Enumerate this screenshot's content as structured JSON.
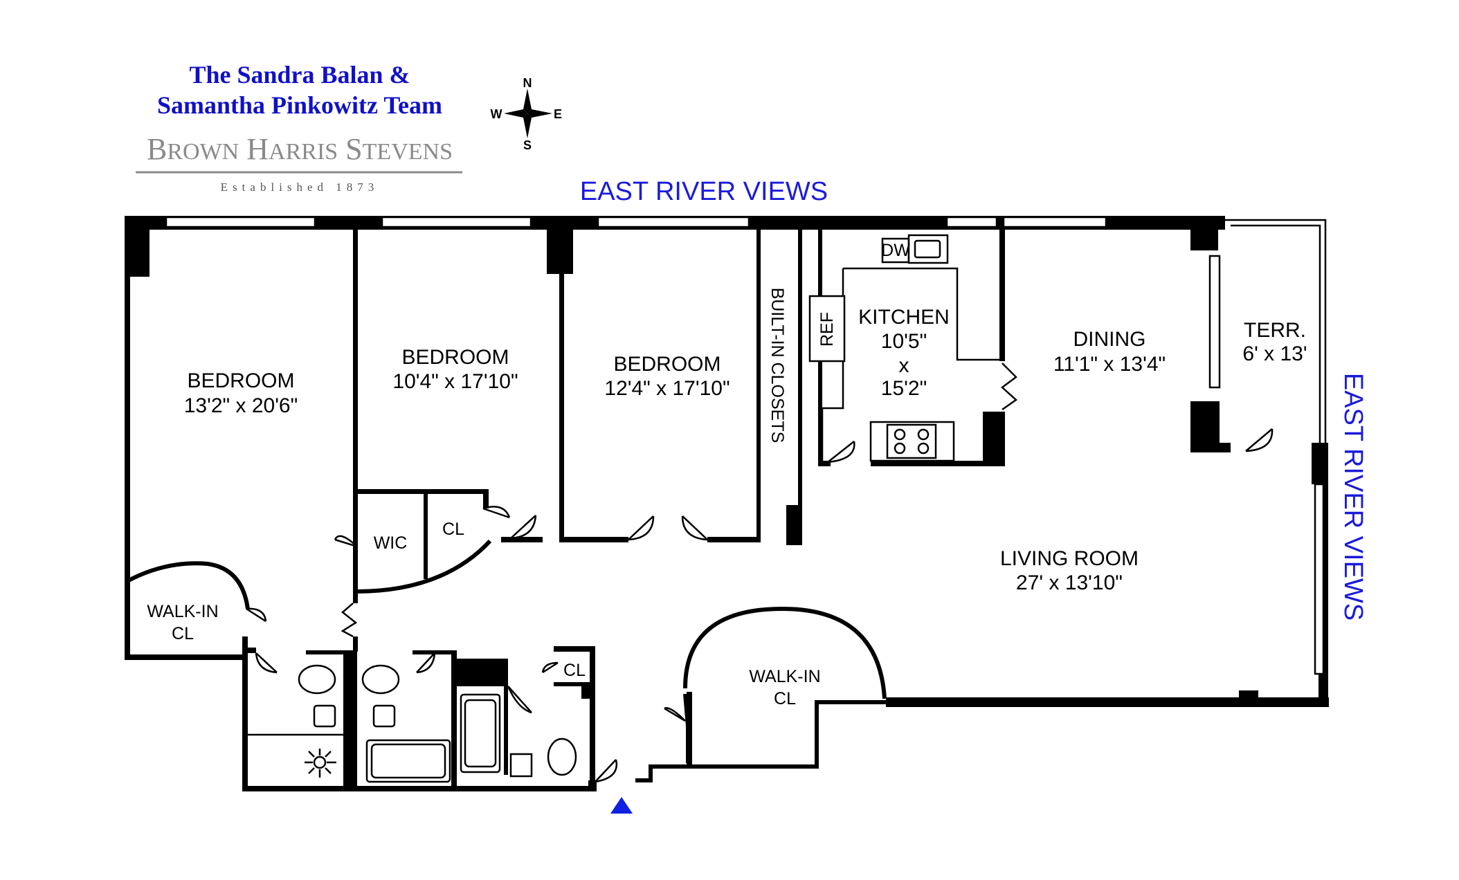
{
  "branding": {
    "team_line1": "The Sandra Balan &",
    "team_line2": "Samantha Pinkowitz Team",
    "brand_name": "Brown Harris Stevens",
    "established": "Established 1873",
    "team_color": "#1010c8",
    "brand_color": "#8a8a8a"
  },
  "compass": {
    "n": "N",
    "s": "S",
    "e": "E",
    "w": "W"
  },
  "views": {
    "top": "EAST RIVER VIEWS",
    "right": "EAST RIVER VIEWS",
    "color": "#1a1adc"
  },
  "rooms": {
    "bedroom1": {
      "name": "BEDROOM",
      "size": "13'2\" x 20'6\""
    },
    "bedroom2": {
      "name": "BEDROOM",
      "size": "10'4\" x 17'10\""
    },
    "bedroom3": {
      "name": "BEDROOM",
      "size": "12'4\" x 17'10\""
    },
    "builtin": "BUILT-IN CLOSETS",
    "kitchen": {
      "name": "KITCHEN",
      "dim1": "10'5\"",
      "x": "x",
      "dim2": "15'2\""
    },
    "ref": "REF",
    "dw": "DW",
    "dining": {
      "name": "DINING",
      "size": "11'1\" x 13'4\""
    },
    "terrace": {
      "name": "TERR.",
      "size": "6' x 13'"
    },
    "living": {
      "name": "LIVING ROOM",
      "size": "27' x 13'10\""
    },
    "wic": "WIC",
    "cl1": "CL",
    "walkin1": {
      "line1": "WALK-IN",
      "line2": "CL"
    },
    "walkin2": {
      "line1": "WALK-IN",
      "line2": "CL"
    },
    "cl2": "CL"
  },
  "entry_marker_color": "#1020e0"
}
